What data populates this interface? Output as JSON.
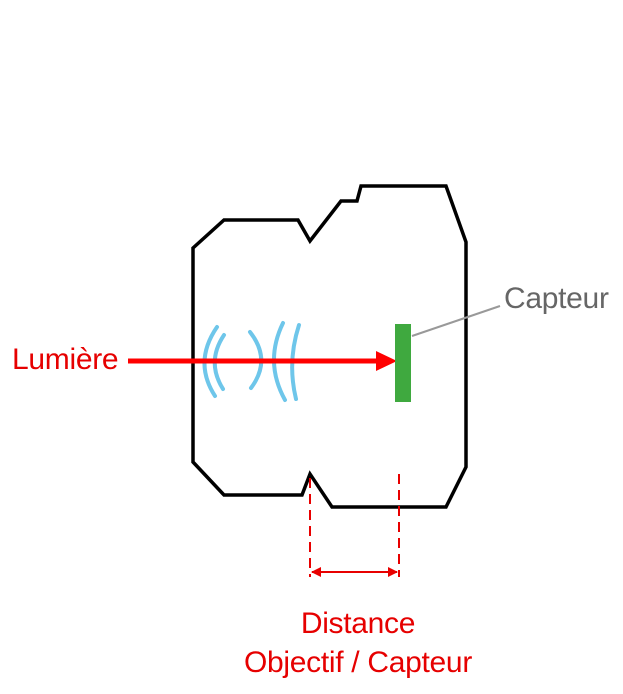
{
  "labels": {
    "light": "Lumière",
    "sensor": "Capteur",
    "distance_line1": "Distance",
    "distance_line2": "Objectif / Capteur"
  },
  "colors": {
    "body_outline": "#000000",
    "light_arrow": "#ff0000",
    "label_red": "#e60000",
    "sensor": "#3fa93f",
    "sensor_label": "#666666",
    "leader_line": "#999999",
    "lens": "#6ec6ea",
    "dimension": "#e80000"
  }
}
